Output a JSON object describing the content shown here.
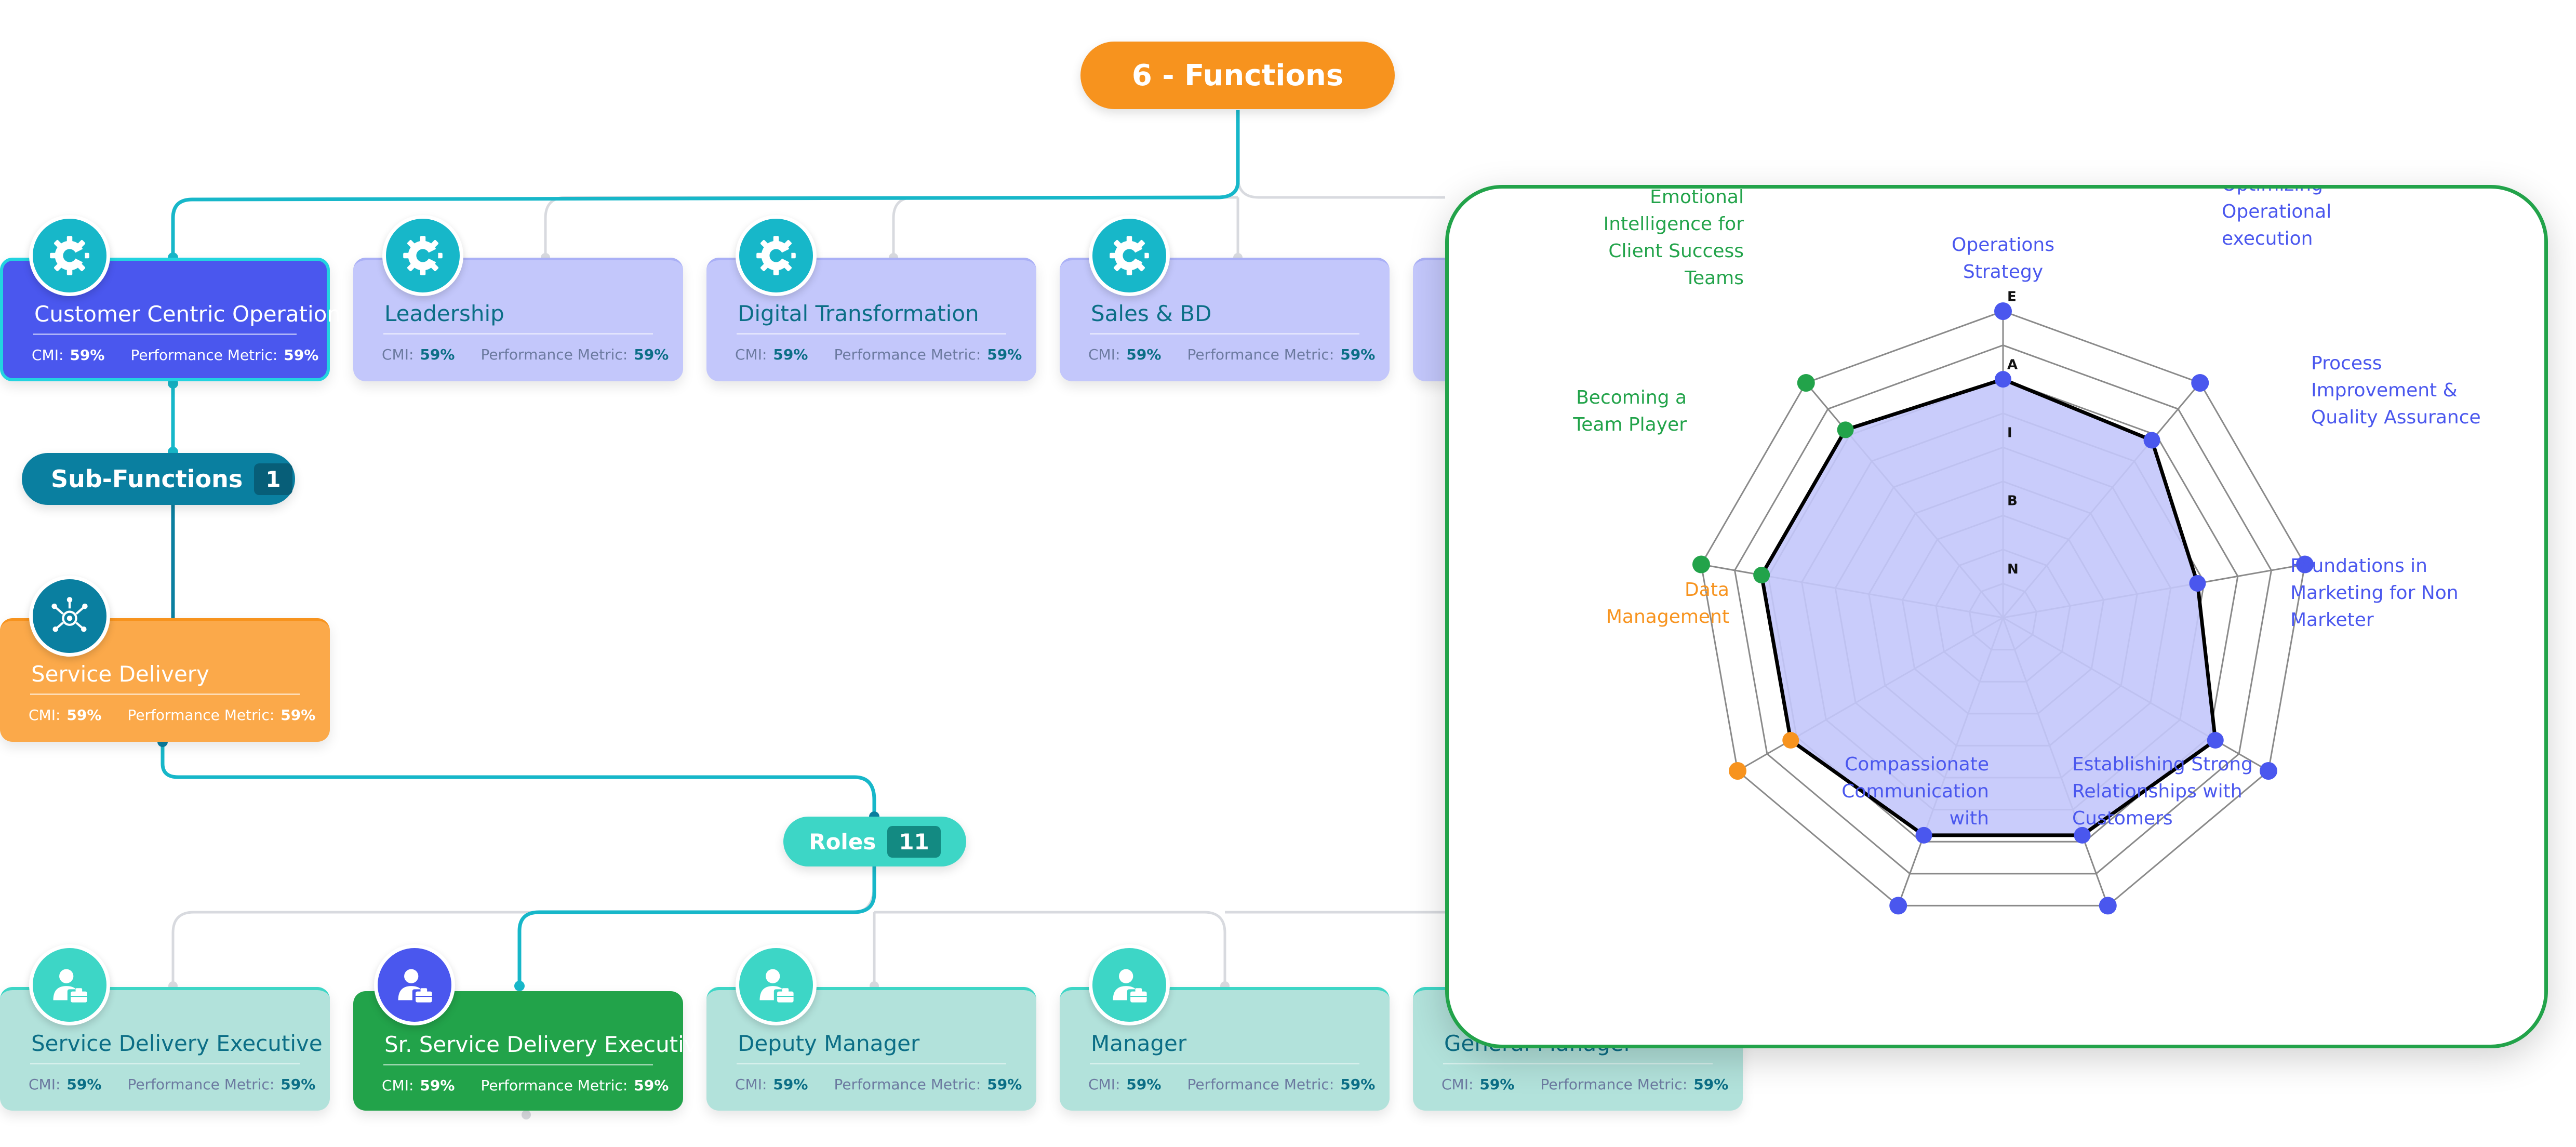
{
  "functions_pill": {
    "label": "6 - Functions"
  },
  "metric_labels": {
    "cmi": "CMI:",
    "performance": "Performance Metric:"
  },
  "functions": [
    {
      "title": "Customer Centric Operations",
      "cmi": "59%",
      "performance": "59%",
      "active": true
    },
    {
      "title": "Leadership",
      "cmi": "59%",
      "performance": "59%"
    },
    {
      "title": "Digital Transformation",
      "cmi": "59%",
      "performance": "59%"
    },
    {
      "title": "Sales & BD",
      "cmi": "59%",
      "performance": "59%"
    }
  ],
  "sub_functions_pill": {
    "label": "Sub-Functions",
    "count": "1"
  },
  "sub_function": {
    "title": "Service Delivery",
    "cmi": "59%",
    "performance": "59%"
  },
  "roles_pill": {
    "label": "Roles",
    "count": "11"
  },
  "roles": [
    {
      "title": "Service Delivery Executive",
      "cmi": "59%",
      "performance": "59%"
    },
    {
      "title": "Sr. Service Delivery Executive",
      "cmi": "59%",
      "performance": "59%",
      "active": true
    },
    {
      "title": "Deputy Manager",
      "cmi": "59%",
      "performance": "59%"
    },
    {
      "title": "Manager",
      "cmi": "59%",
      "performance": "59%"
    },
    {
      "title": "General Manager",
      "cmi": "59%",
      "performance": "59%"
    }
  ],
  "icons": {
    "function": "gear-icon",
    "sub_function": "process-network-icon",
    "role": "user-briefcase-icon"
  },
  "colors": {
    "accent_orange": "#f7931e",
    "accent_teal": "#17b7c9",
    "accent_blue": "#4a57ee",
    "accent_green": "#22a34a",
    "radar_fill": "#c3c7fb"
  },
  "chart_data": {
    "type": "radar",
    "levels": [
      "N",
      "B",
      "I",
      "A",
      "E"
    ],
    "axes": [
      {
        "label": "Operations Strategy",
        "value": 3.5,
        "color": "#4a57ee"
      },
      {
        "label": "Optimizing Operational execution",
        "value": 3.4,
        "color": "#4a57ee"
      },
      {
        "label": "Process Improvement & Quality Assurance",
        "value": 2.9,
        "color": "#4a57ee"
      },
      {
        "label": "Foundations in Marketing for Non Marketer",
        "value": 3.6,
        "color": "#4a57ee"
      },
      {
        "label": "Establishing Strong Relationships with Customers",
        "value": 3.4,
        "color": "#4a57ee"
      },
      {
        "label": "Compassionate Communication with",
        "value": 3.4,
        "color": "#4a57ee"
      },
      {
        "label": "Data Management",
        "value": 3.6,
        "color": "#f7931e"
      },
      {
        "label": "Becoming a Team Player",
        "value": 3.6,
        "color": "#22a34a"
      },
      {
        "label": "Emotional Intelligence for Client Success Teams",
        "value": 3.6,
        "color": "#22a34a"
      }
    ]
  }
}
